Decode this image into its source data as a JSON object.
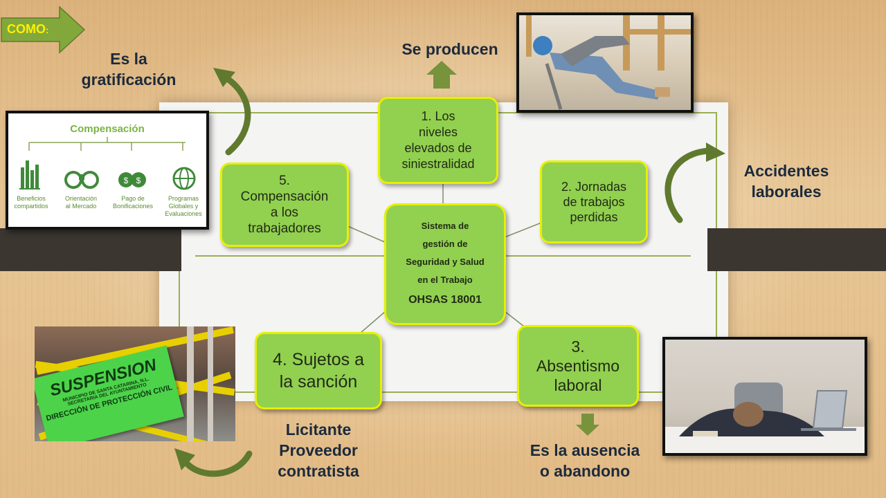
{
  "como_label": "COMO",
  "como_colon": ":",
  "center": {
    "line1": "Sistema de",
    "line2": "gestión de",
    "line3": "Seguridad y Salud",
    "line4": "en el Trabajo",
    "standard": "OHSAS 18001"
  },
  "nodes": {
    "n1": [
      "1. Los",
      "niveles",
      "elevados de",
      "siniestralidad"
    ],
    "n2": [
      "2. Jornadas",
      "de trabajos",
      "perdidas"
    ],
    "n3": [
      "3.",
      "Absentismo",
      "laboral"
    ],
    "n4": [
      "4. Sujetos a",
      "la sanción"
    ],
    "n5": [
      "5.",
      "Compensación",
      "a los",
      "trabajadores"
    ]
  },
  "labels": {
    "top_left": [
      "Es la",
      "gratificación"
    ],
    "top_center": "Se producen",
    "right": [
      "Accidentes",
      "laborales"
    ],
    "bottom_right": [
      "Es la ausencia",
      "o abandono"
    ],
    "bottom_left": [
      "Licitante",
      "Proveedor",
      "contratista"
    ]
  },
  "compensation_image": {
    "title": "Compensación",
    "items": [
      [
        "Beneficios",
        "compartidos"
      ],
      [
        "Orientación",
        "al Mercado"
      ],
      [
        "Pago de",
        "Bonificaciones"
      ],
      [
        "Programas",
        "Globales y",
        "Evaluaciones"
      ]
    ]
  },
  "suspension_image": {
    "headline": "SUSPENSION",
    "lines": [
      "MUNICIPIO DE SANTA CATARINA, N.L.",
      "SECRETARIA DEL AYUNTAMIENTO",
      "DIRECCIÓN DE PROTECCIÓN CIVIL"
    ]
  },
  "colors": {
    "node_fill": "#92d050",
    "node_border": "#e6f000",
    "arrow_green": "#77933c",
    "label_text": "#1c2a3c"
  }
}
